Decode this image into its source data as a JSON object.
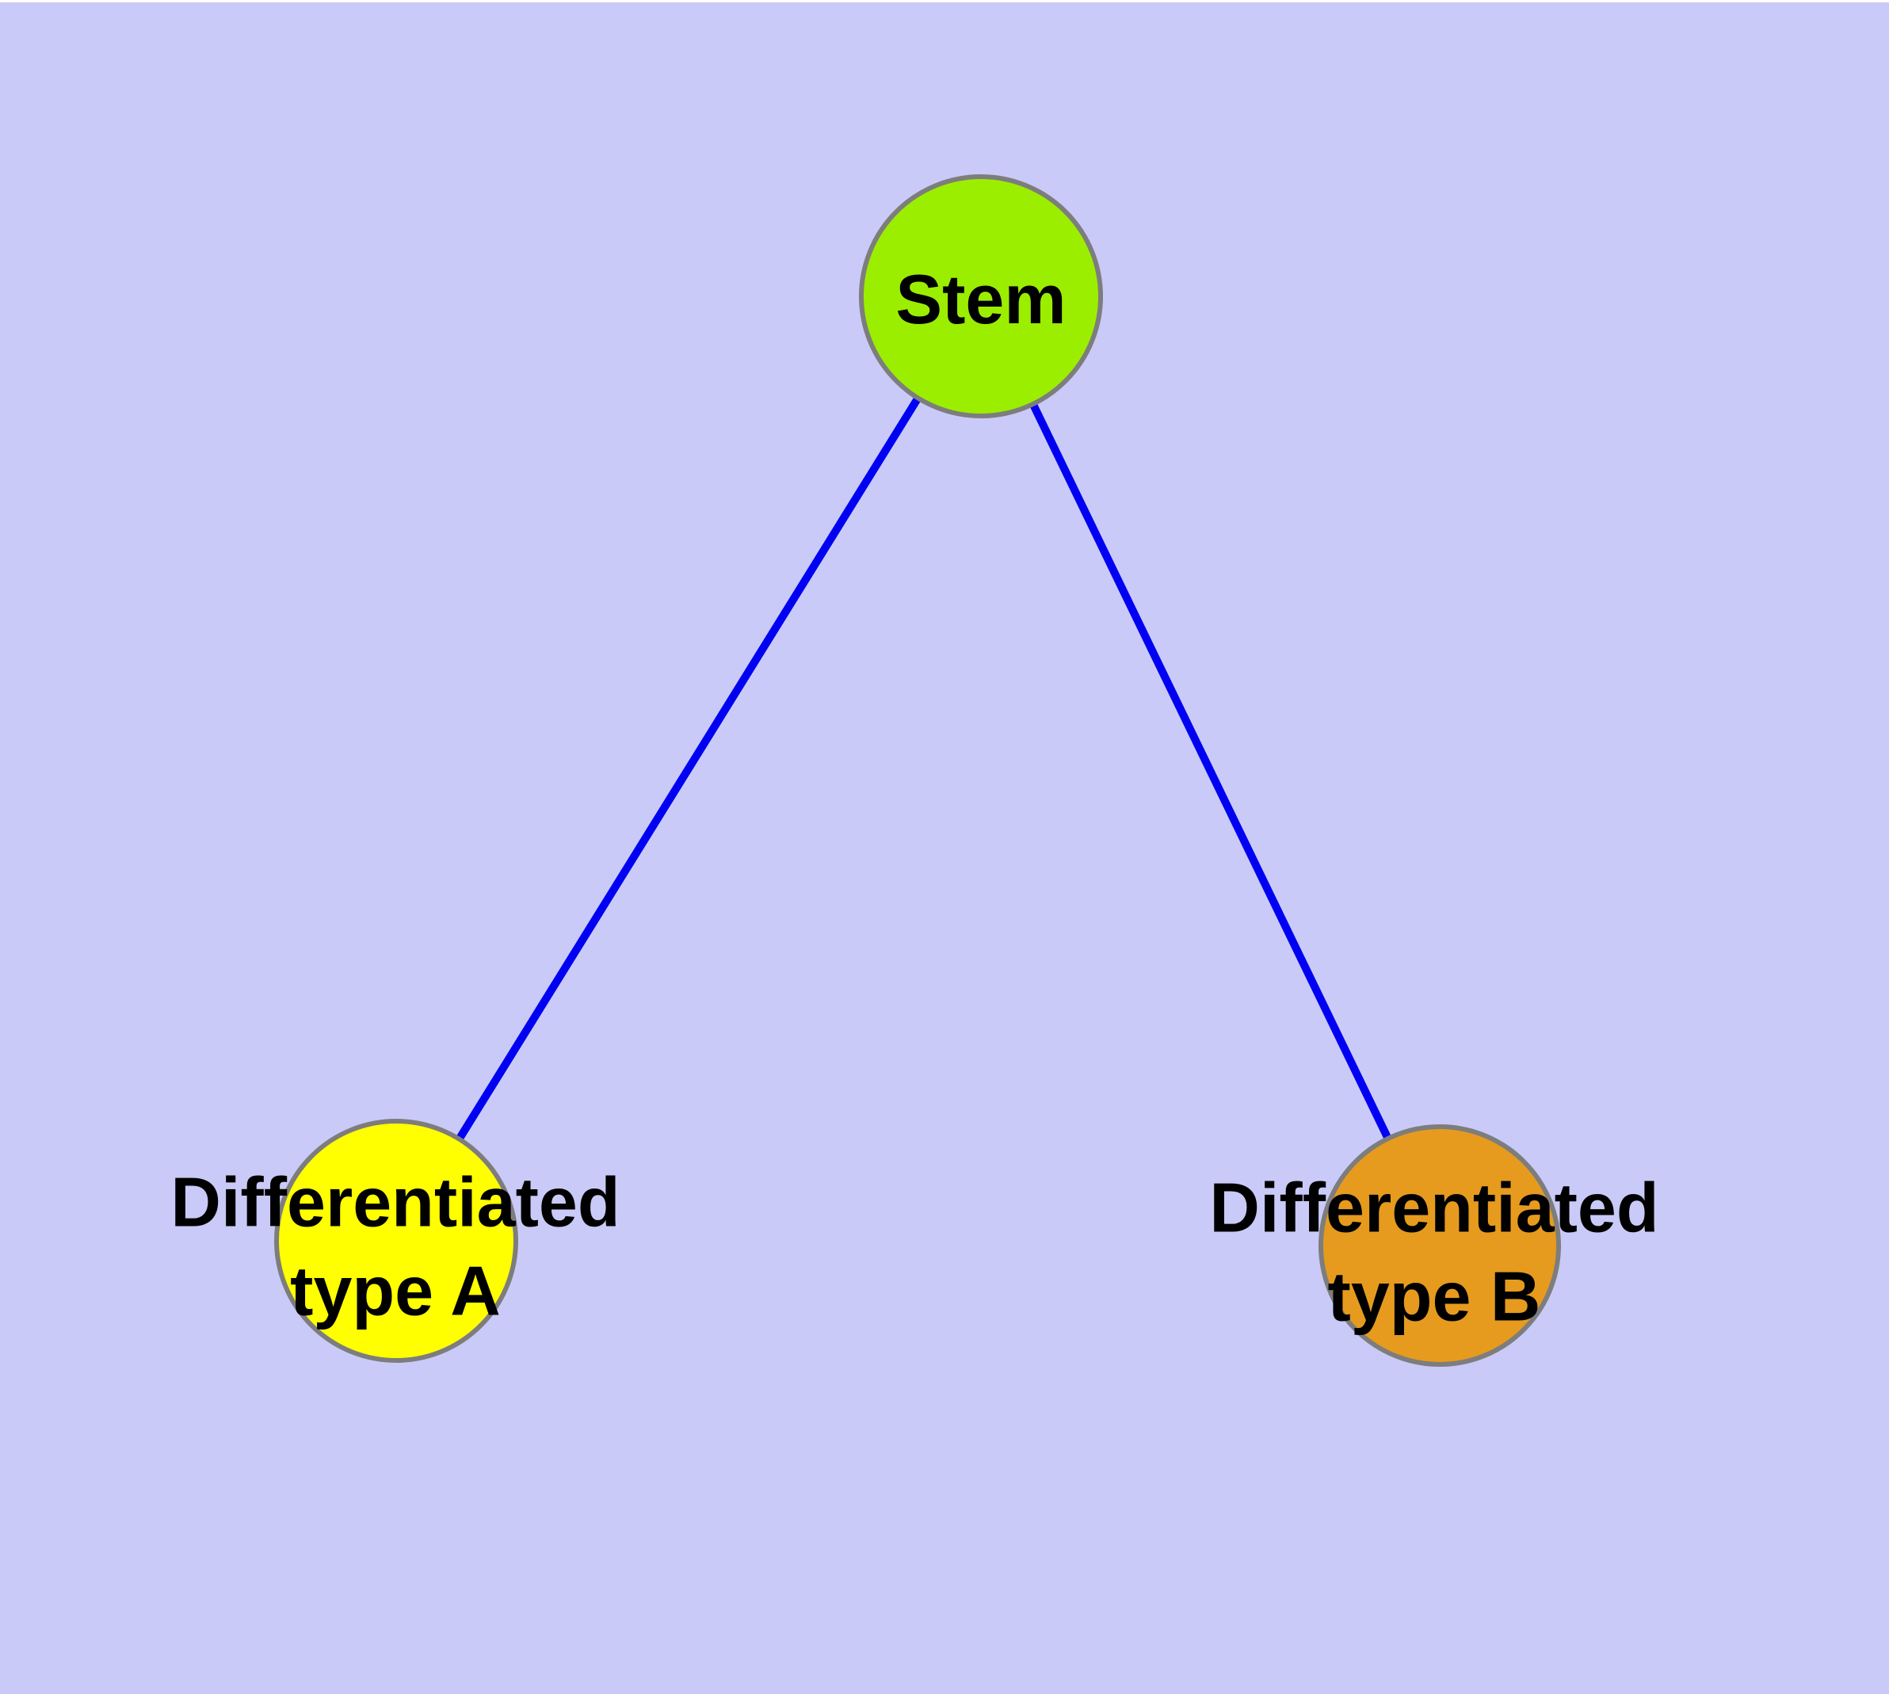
{
  "diagram": {
    "type": "node-link-graph",
    "background_color": "#cacaf8",
    "top_margin_color": "#ffffff",
    "edge_color": "#0000f2",
    "node_border_color": "#7d7d7d",
    "label_color": "#000000",
    "nodes": [
      {
        "id": "stem",
        "label": "Stem",
        "fill": "#9bee00"
      },
      {
        "id": "differentiated-type-a",
        "label": "Differentiated\ntype A",
        "fill": "#ffff00"
      },
      {
        "id": "differentiated-type-b",
        "label": "Differentiated\ntype B",
        "fill": "#e69b1e"
      }
    ],
    "edges": [
      {
        "from": "Stem",
        "to": "Differentiated type A"
      },
      {
        "from": "Stem",
        "to": "Differentiated type B"
      }
    ]
  }
}
